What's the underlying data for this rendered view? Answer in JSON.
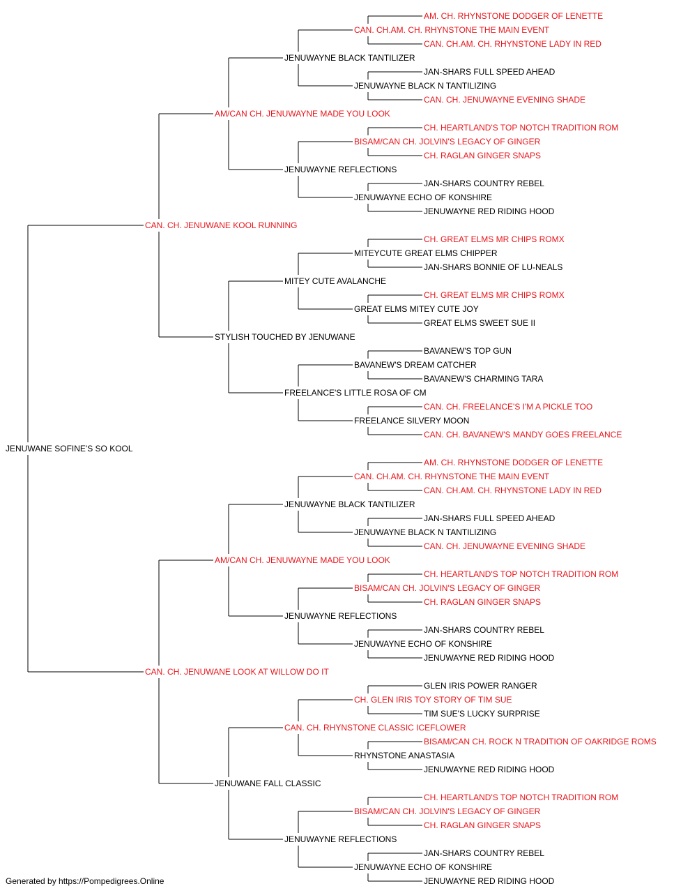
{
  "colors": {
    "champion": "#e8151b",
    "regular": "#000000",
    "line": "#000000"
  },
  "pedigree": {
    "name": "JENUWANE SOFINE'S SO KOOL",
    "champion": false,
    "sire": {
      "name": "CAN. CH. JENUWANE KOOL RUNNING",
      "champion": true,
      "sire": {
        "name": "AM/CAN CH. JENUWAYNE MADE YOU LOOK",
        "champion": true,
        "sire": {
          "name": "JENUWAYNE BLACK TANTILIZER",
          "champion": false,
          "sire": {
            "name": "CAN. CH.AM. CH. RHYNSTONE THE MAIN EVENT",
            "champion": true,
            "sire": {
              "name": "AM. CH. RHYNSTONE DODGER OF LENETTE",
              "champion": true
            },
            "dam": {
              "name": "CAN. CH.AM. CH. RHYNSTONE LADY IN RED",
              "champion": true
            }
          },
          "dam": {
            "name": "JENUWAYNE BLACK N TANTILIZING",
            "champion": false,
            "sire": {
              "name": "JAN-SHARS FULL SPEED AHEAD",
              "champion": false
            },
            "dam": {
              "name": "CAN. CH. JENUWAYNE EVENING SHADE",
              "champion": true
            }
          }
        },
        "dam": {
          "name": "JENUWAYNE REFLECTIONS",
          "champion": false,
          "sire": {
            "name": "BISAM/CAN CH. JOLVIN'S LEGACY OF GINGER",
            "champion": true,
            "sire": {
              "name": "CH. HEARTLAND'S TOP NOTCH TRADITION ROM",
              "champion": true
            },
            "dam": {
              "name": "CH. RAGLAN GINGER SNAPS",
              "champion": true
            }
          },
          "dam": {
            "name": "JENUWAYNE ECHO OF KONSHIRE",
            "champion": false,
            "sire": {
              "name": "JAN-SHARS COUNTRY REBEL",
              "champion": false
            },
            "dam": {
              "name": "JENUWAYNE RED RIDING HOOD",
              "champion": false
            }
          }
        }
      },
      "dam": {
        "name": "STYLISH TOUCHED BY JENUWANE",
        "champion": false,
        "sire": {
          "name": "MITEY CUTE AVALANCHE",
          "champion": false,
          "sire": {
            "name": "MITEYCUTE GREAT ELMS CHIPPER",
            "champion": false,
            "sire": {
              "name": "CH. GREAT ELMS MR CHIPS ROMX",
              "champion": true
            },
            "dam": {
              "name": "JAN-SHARS BONNIE OF LU-NEALS",
              "champion": false
            }
          },
          "dam": {
            "name": "GREAT ELMS MITEY CUTE JOY",
            "champion": false,
            "sire": {
              "name": "CH. GREAT ELMS MR CHIPS ROMX",
              "champion": true
            },
            "dam": {
              "name": "GREAT ELMS SWEET SUE II",
              "champion": false
            }
          }
        },
        "dam": {
          "name": "FREELANCE'S LITTLE ROSA OF CM",
          "champion": false,
          "sire": {
            "name": "BAVANEW'S DREAM CATCHER",
            "champion": false,
            "sire": {
              "name": "BAVANEW'S TOP GUN",
              "champion": false
            },
            "dam": {
              "name": "BAVANEW'S CHARMING TARA",
              "champion": false
            }
          },
          "dam": {
            "name": "FREELANCE SILVERY MOON",
            "champion": false,
            "sire": {
              "name": "CAN. CH. FREELANCE'S I'M A PICKLE TOO",
              "champion": true
            },
            "dam": {
              "name": "CAN. CH. BAVANEW'S MANDY GOES FREELANCE",
              "champion": true
            }
          }
        }
      }
    },
    "dam": {
      "name": "CAN. CH. JENUWANE LOOK AT WILLOW DO IT",
      "champion": true,
      "sire": {
        "name": "AM/CAN CH. JENUWAYNE MADE YOU LOOK",
        "champion": true,
        "sire": {
          "name": "JENUWAYNE BLACK TANTILIZER",
          "champion": false,
          "sire": {
            "name": "CAN. CH.AM. CH. RHYNSTONE THE MAIN EVENT",
            "champion": true,
            "sire": {
              "name": "AM. CH. RHYNSTONE DODGER OF LENETTE",
              "champion": true
            },
            "dam": {
              "name": "CAN. CH.AM. CH. RHYNSTONE LADY IN RED",
              "champion": true
            }
          },
          "dam": {
            "name": "JENUWAYNE BLACK N TANTILIZING",
            "champion": false,
            "sire": {
              "name": "JAN-SHARS FULL SPEED AHEAD",
              "champion": false
            },
            "dam": {
              "name": "CAN. CH. JENUWAYNE EVENING SHADE",
              "champion": true
            }
          }
        },
        "dam": {
          "name": "JENUWAYNE REFLECTIONS",
          "champion": false,
          "sire": {
            "name": "BISAM/CAN CH. JOLVIN'S LEGACY OF GINGER",
            "champion": true,
            "sire": {
              "name": "CH. HEARTLAND'S TOP NOTCH TRADITION ROM",
              "champion": true
            },
            "dam": {
              "name": "CH. RAGLAN GINGER SNAPS",
              "champion": true
            }
          },
          "dam": {
            "name": "JENUWAYNE ECHO OF KONSHIRE",
            "champion": false,
            "sire": {
              "name": "JAN-SHARS COUNTRY REBEL",
              "champion": false
            },
            "dam": {
              "name": "JENUWAYNE RED RIDING HOOD",
              "champion": false
            }
          }
        }
      },
      "dam": {
        "name": "JENUWANE FALL CLASSIC",
        "champion": false,
        "sire": {
          "name": "CAN. CH. RHYNSTONE CLASSIC ICEFLOWER",
          "champion": true,
          "sire": {
            "name": "CH. GLEN IRIS TOY STORY OF TIM SUE",
            "champion": true,
            "sire": {
              "name": "GLEN IRIS POWER RANGER",
              "champion": false
            },
            "dam": {
              "name": "TIM SUE'S LUCKY SURPRISE",
              "champion": false
            }
          },
          "dam": {
            "name": "RHYNSTONE ANASTASIA",
            "champion": false,
            "sire": {
              "name": "BISAM/CAN CH. ROCK N TRADITION OF OAKRIDGE ROMS",
              "champion": true
            },
            "dam": {
              "name": "JENUWAYNE RED RIDING HOOD",
              "champion": false
            }
          }
        },
        "dam": {
          "name": "JENUWAYNE REFLECTIONS",
          "champion": false,
          "sire": {
            "name": "BISAM/CAN CH. JOLVIN'S LEGACY OF GINGER",
            "champion": true,
            "sire": {
              "name": "CH. HEARTLAND'S TOP NOTCH TRADITION ROM",
              "champion": true
            },
            "dam": {
              "name": "CH. RAGLAN GINGER SNAPS",
              "champion": true
            }
          },
          "dam": {
            "name": "JENUWAYNE ECHO OF KONSHIRE",
            "champion": false,
            "sire": {
              "name": "JAN-SHARS COUNTRY REBEL",
              "champion": false
            },
            "dam": {
              "name": "JENUWAYNE RED RIDING HOOD",
              "champion": false
            }
          }
        }
      }
    }
  },
  "footer": "Generated by https://Pompedigrees.Online"
}
